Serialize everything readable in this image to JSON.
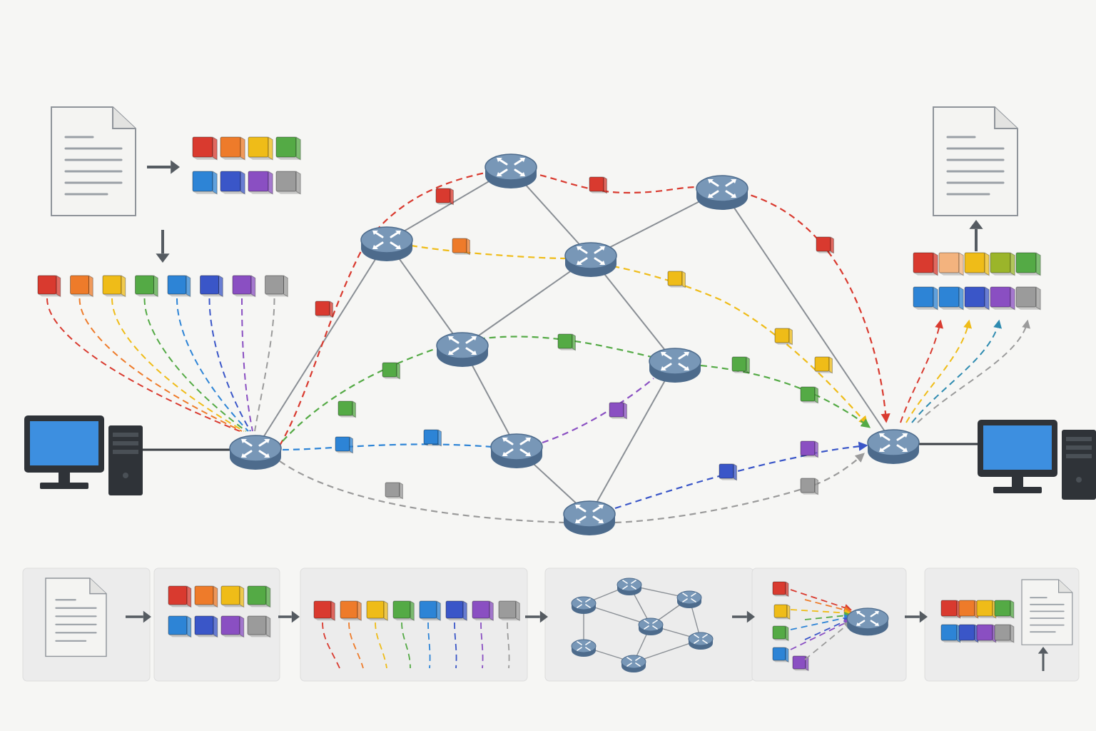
{
  "colors": {
    "background": "#f6f6f4",
    "router_top": "#7594b4",
    "router_side": "#4d6b8c",
    "link": "#8a8f95",
    "panel_bg": "#ececec",
    "arrow": "#555b61",
    "document_paper": "#f4f4f2",
    "monitor_screen": "#3d8fe0",
    "tower_body": "#2f3338"
  },
  "packets": [
    {
      "id": "p1",
      "color": "#d93a2f"
    },
    {
      "id": "p2",
      "color": "#ee7b2a"
    },
    {
      "id": "p3",
      "color": "#efbc18"
    },
    {
      "id": "p4",
      "color": "#54aa45"
    },
    {
      "id": "p5",
      "color": "#2d84d6"
    },
    {
      "id": "p6",
      "color": "#3a56c8"
    },
    {
      "id": "p7",
      "color": "#8a4fc2"
    },
    {
      "id": "p8",
      "color": "#9b9b9b"
    }
  ],
  "icons": {
    "source_document": "document-icon",
    "destination_document": "document-icon",
    "router": "router-icon",
    "computer": "desktop-computer-icon",
    "packet": "packet-cube-icon",
    "step_arrow": "arrow-right-icon"
  },
  "steps": [
    {
      "id": "split-file",
      "icon": "document-icon"
    },
    {
      "id": "packetize",
      "icon": "packet-grid-icon"
    },
    {
      "id": "label-packets",
      "icon": "packet-row-icon"
    },
    {
      "id": "route-network",
      "icon": "network-mesh-icon"
    },
    {
      "id": "arrive-router",
      "icon": "router-icon"
    },
    {
      "id": "reassemble",
      "icon": "document-icon"
    }
  ]
}
